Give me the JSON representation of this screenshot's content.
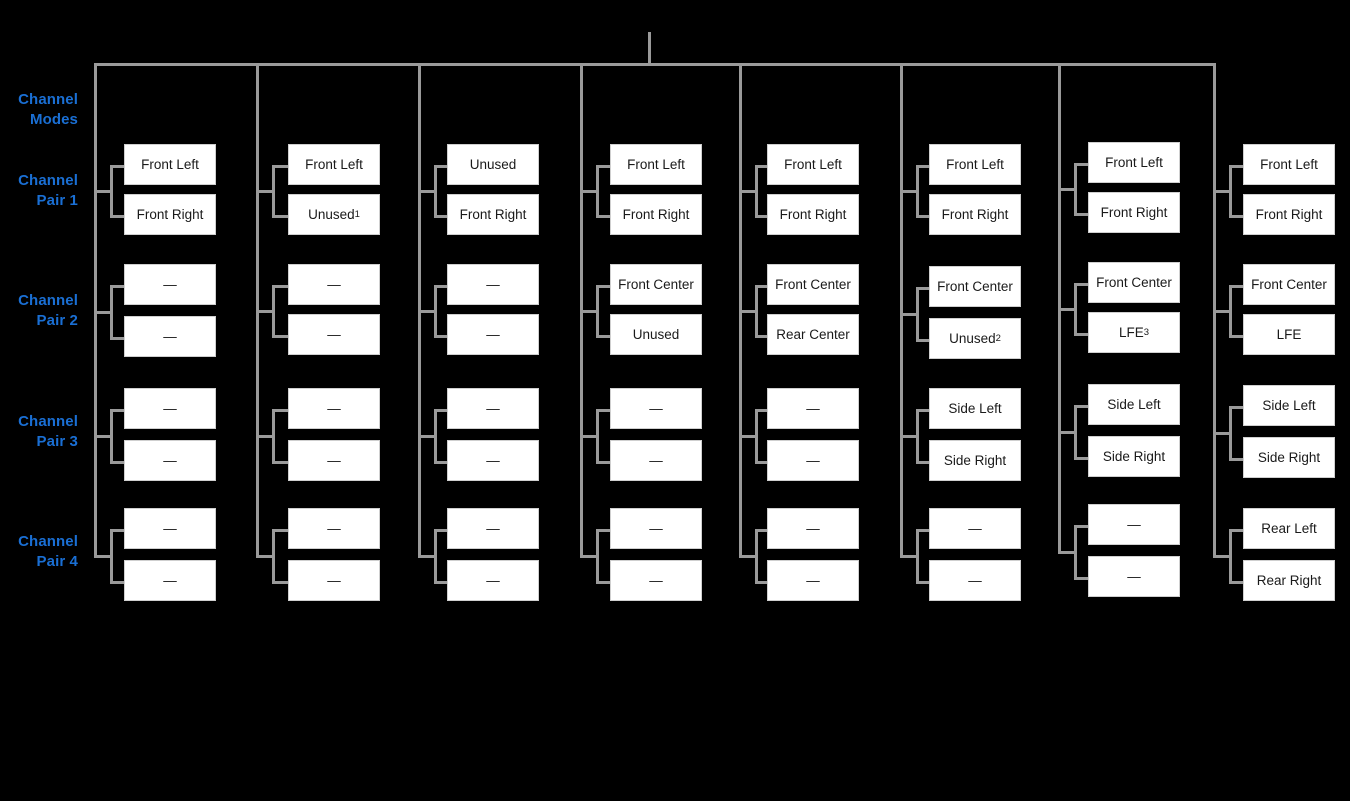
{
  "diagram": {
    "title": "Channel Modes",
    "row_labels": [
      {
        "id": "channel-modes",
        "text": "Channel\nModes"
      },
      {
        "id": "channel-pair-1",
        "text": "Channel\nPair 1"
      },
      {
        "id": "channel-pair-2",
        "text": "Channel\nPair 2"
      },
      {
        "id": "channel-pair-3",
        "text": "Channel\nPair 3"
      },
      {
        "id": "channel-pair-4",
        "text": "Channel\nPair 4"
      }
    ],
    "label_color": "#1a6fd4",
    "wire_color": "#9a9a9a",
    "box_fill": "#ffffff",
    "box_text_color": "#1a1a1a",
    "background": "#000000",
    "em_dash": "—",
    "columns": [
      {
        "id": "mode-1",
        "pairs": [
          {
            "a": "Front Left",
            "a_sup": "",
            "b": "Front Right",
            "b_sup": ""
          },
          {
            "a": "—",
            "a_sup": "",
            "b": "—",
            "b_sup": ""
          },
          {
            "a": "—",
            "a_sup": "",
            "b": "—",
            "b_sup": ""
          },
          {
            "a": "—",
            "a_sup": "",
            "b": "—",
            "b_sup": ""
          }
        ]
      },
      {
        "id": "mode-2",
        "pairs": [
          {
            "a": "Front Left",
            "a_sup": "",
            "b": "Unused",
            "b_sup": "1"
          },
          {
            "a": "—",
            "a_sup": "",
            "b": "—",
            "b_sup": ""
          },
          {
            "a": "—",
            "a_sup": "",
            "b": "—",
            "b_sup": ""
          },
          {
            "a": "—",
            "a_sup": "",
            "b": "—",
            "b_sup": ""
          }
        ]
      },
      {
        "id": "mode-3",
        "pairs": [
          {
            "a": "Unused",
            "a_sup": "",
            "b": "Front Right",
            "b_sup": ""
          },
          {
            "a": "—",
            "a_sup": "",
            "b": "—",
            "b_sup": ""
          },
          {
            "a": "—",
            "a_sup": "",
            "b": "—",
            "b_sup": ""
          },
          {
            "a": "—",
            "a_sup": "",
            "b": "—",
            "b_sup": ""
          }
        ]
      },
      {
        "id": "mode-4",
        "pairs": [
          {
            "a": "Front Left",
            "a_sup": "",
            "b": "Front Right",
            "b_sup": ""
          },
          {
            "a": "Front Center",
            "a_sup": "",
            "b": "Unused",
            "b_sup": ""
          },
          {
            "a": "—",
            "a_sup": "",
            "b": "—",
            "b_sup": ""
          },
          {
            "a": "—",
            "a_sup": "",
            "b": "—",
            "b_sup": ""
          }
        ]
      },
      {
        "id": "mode-5",
        "pairs": [
          {
            "a": "Front Left",
            "a_sup": "",
            "b": "Front Right",
            "b_sup": ""
          },
          {
            "a": "Front Center",
            "a_sup": "",
            "b": "Rear Center",
            "b_sup": ""
          },
          {
            "a": "—",
            "a_sup": "",
            "b": "—",
            "b_sup": ""
          },
          {
            "a": "—",
            "a_sup": "",
            "b": "—",
            "b_sup": ""
          }
        ]
      },
      {
        "id": "mode-6",
        "pairs": [
          {
            "a": "Front Left",
            "a_sup": "",
            "b": "Front Right",
            "b_sup": ""
          },
          {
            "a": "Front Center",
            "a_sup": "",
            "b": "Unused",
            "b_sup": "2"
          },
          {
            "a": "Side Left",
            "a_sup": "",
            "b": "Side Right",
            "b_sup": ""
          },
          {
            "a": "—",
            "a_sup": "",
            "b": "—",
            "b_sup": ""
          }
        ]
      },
      {
        "id": "mode-7",
        "pairs": [
          {
            "a": "Front Left",
            "a_sup": "",
            "b": "Front Right",
            "b_sup": ""
          },
          {
            "a": "Front Center",
            "a_sup": "",
            "b": "LFE",
            "b_sup": "3"
          },
          {
            "a": "Side Left",
            "a_sup": "",
            "b": "Side Right",
            "b_sup": ""
          },
          {
            "a": "—",
            "a_sup": "",
            "b": "—",
            "b_sup": ""
          }
        ]
      },
      {
        "id": "mode-8",
        "pairs": [
          {
            "a": "Front Left",
            "a_sup": "",
            "b": "Front Right",
            "b_sup": ""
          },
          {
            "a": "Front Center",
            "a_sup": "",
            "b": "LFE",
            "b_sup": ""
          },
          {
            "a": "Side Left",
            "a_sup": "",
            "b": "Side Right",
            "b_sup": ""
          },
          {
            "a": "Rear Left",
            "a_sup": "",
            "b": "Rear Right",
            "b_sup": ""
          }
        ]
      }
    ]
  }
}
